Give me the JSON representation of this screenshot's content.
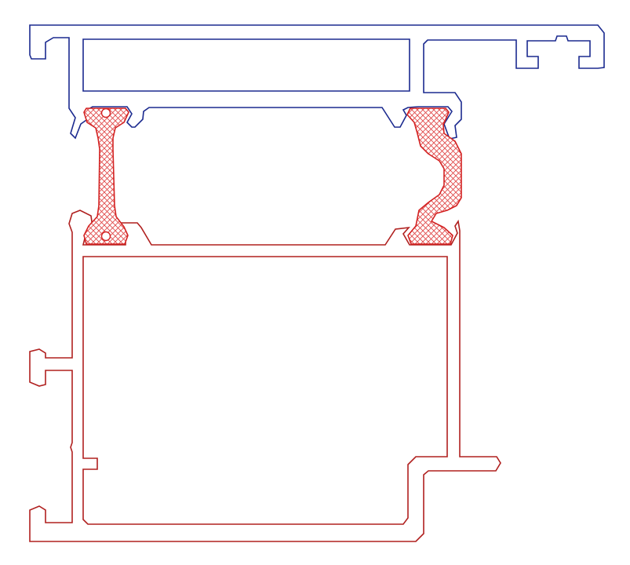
{
  "drawing": {
    "colors": {
      "upper_profile": "#1b2a8f",
      "lower_profile": "#b0201f",
      "thermal_break": "#d32222",
      "hatch": "#e04a4a",
      "background": "#ffffff"
    },
    "parts": [
      {
        "id": "upper-profile",
        "kind": "aluminium profile (upper frame)"
      },
      {
        "id": "lower-profile",
        "kind": "aluminium profile (lower sash)"
      },
      {
        "id": "thermal-break-left",
        "kind": "thermal break strip, crosshatched"
      },
      {
        "id": "thermal-break-right",
        "kind": "thermal break strip, crosshatched"
      }
    ]
  }
}
